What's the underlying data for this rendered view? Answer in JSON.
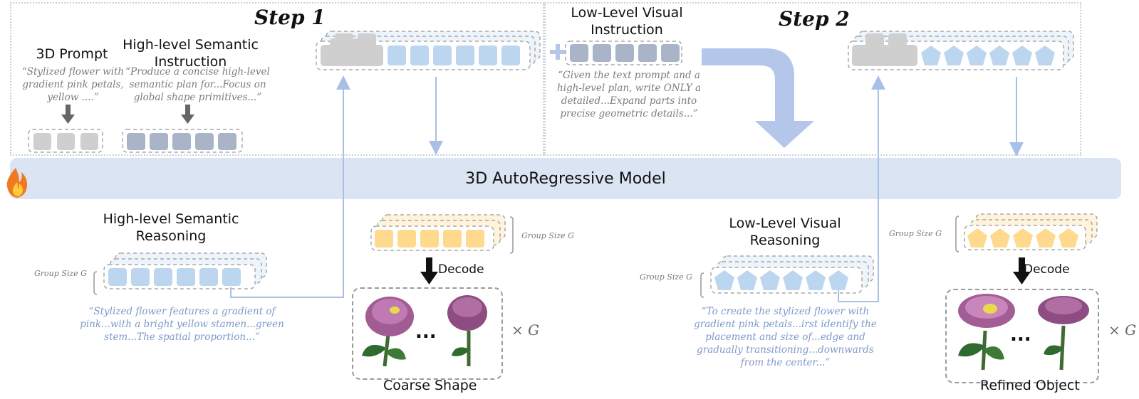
{
  "step1": {
    "title": "Step 1",
    "prompt_heading": "3D Prompt",
    "prompt_quote": "“Stylized flower with gradient pink petals, yellow ....”",
    "instr_heading": "High-level Semantic Instruction",
    "instr_quote": "“Produce a concise high-level semantic plan for...Focus on global shape primitives...”"
  },
  "step2": {
    "title": "Step 2",
    "instr_heading": "Low-Level Visual Instruction",
    "instr_quote": "“Given the text prompt and a high-level plan, write ONLY a detailed...Expand parts into precise geometric details...”"
  },
  "model": {
    "label": "3D AutoRegressive Model"
  },
  "semantic_reasoning": {
    "heading": "High-level Semantic Reasoning",
    "group_label": "Group Size G",
    "quote": "“Stylized flower features a gradient of pink...with a bright yellow stamen...green stem...The spatial proportion...”"
  },
  "coarse": {
    "group_label": "Group Size G",
    "decode_label": "Decode",
    "ellipsis": "...",
    "times_label": "× G",
    "caption": "Coarse Shape"
  },
  "visual_reasoning": {
    "heading": "Low-Level Visual Reasoning",
    "group_label": "Group Size G",
    "quote": "“To create the stylized flower with gradient pink petals...irst identify the placement and size of...edge and gradually transitioning...downwards from the center...”"
  },
  "refined": {
    "group_label": "Group Size G",
    "decode_label": "Decode",
    "ellipsis": "...",
    "times_label": "× G",
    "caption": "Refined Object"
  },
  "icons": {
    "fire": "fire-icon",
    "plus": "plus-icon",
    "big_arrow": "curved-arrow-icon"
  },
  "colors": {
    "grey_token": "#cfcfcf",
    "slate_token": "#a9b4c8",
    "blue_token": "#bcd6f0",
    "yellow_token": "#ffd98e",
    "model_bar": "#dbe4f3",
    "arrow_blue": "#b4c6ea"
  }
}
